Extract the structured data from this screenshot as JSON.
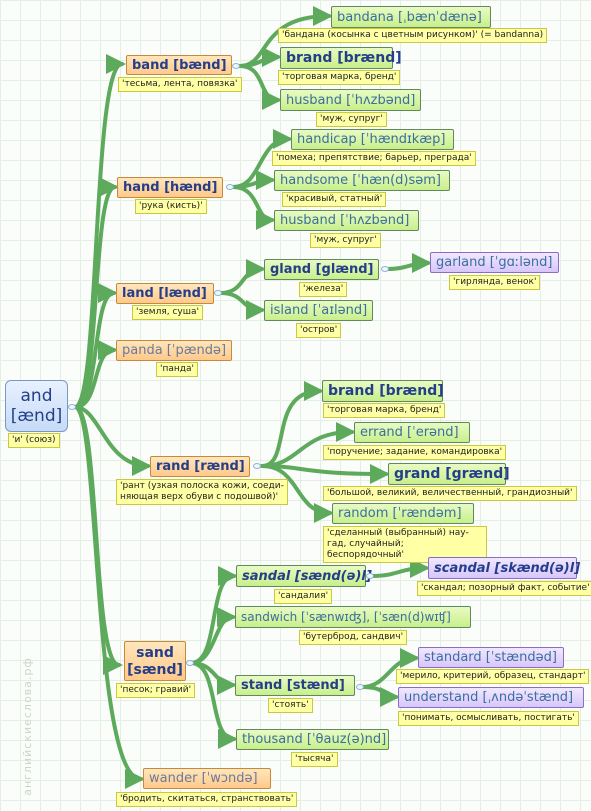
{
  "root": {
    "word": "and",
    "transcription": "[ænd]",
    "translation": "'и' (союз)"
  },
  "nodes": {
    "band": {
      "word": "band [bænd]",
      "translation": "'тесьма, лента, повязка'"
    },
    "bandana": {
      "word": "bandana [ˌbænˈdænə]",
      "translation": "'бандана (косынка с цветным рисунком)' (= bandanna)"
    },
    "brand1": {
      "word": "brand [brænd]",
      "translation": "'торговая марка, бренд'"
    },
    "husband1": {
      "word": "husband [ˈhʌzbənd]",
      "translation": "'муж, супруг'"
    },
    "hand": {
      "word": "hand [hænd]",
      "translation": "'рука (кисть)'"
    },
    "handicap": {
      "word": "handicap [ˈhændɪkæp]",
      "translation": "'помеха; препятствие; барьер, преграда'"
    },
    "handsome": {
      "word": "handsome [ˈhæn(d)səm]",
      "translation": "'красивый, статный'"
    },
    "husband2": {
      "word": "husband [ˈhʌzbənd]",
      "translation": "'муж, супруг'"
    },
    "land": {
      "word": "land [lænd]",
      "translation": "'земля, суша'"
    },
    "gland": {
      "word": "gland [glænd]",
      "translation": "'железа'"
    },
    "garland": {
      "word": "garland [ˈgɑːlənd]",
      "translation": "'гирлянда, венок'"
    },
    "island": {
      "word": "island [ˈaɪlənd]",
      "translation": "'остров'"
    },
    "panda": {
      "word": "panda [ˈpændə]",
      "translation": "'панда'"
    },
    "rand": {
      "word": "rand [rænd]",
      "translation": "'рант (узкая полоска кожи, соеди-няющая верх обуви с подошвой)'"
    },
    "brand2": {
      "word": "brand [brænd]",
      "translation": "'торговая марка, бренд'"
    },
    "errand": {
      "word": "errand [ˈerənd]",
      "translation": "'поручение; задание, командировка'"
    },
    "grand": {
      "word": "grand [grænd]",
      "translation": "'большой, великий, величественный, грандиозный'"
    },
    "random": {
      "word": "random [ˈrændəm]",
      "translation": "'сделанный (выбранный) нау-гад, случайный; беспорядочный'"
    },
    "sand": {
      "word": "sand",
      "transcription": "[sænd]",
      "translation": "'песок; гравий'"
    },
    "sandal": {
      "word": "sandal [sænd(ə)l]",
      "translation": "'сандалия'"
    },
    "scandal": {
      "word": "scandal [skænd(ə)l]",
      "translation": "'скандал; позорный факт, событие'"
    },
    "sandwich": {
      "word": "sandwich [ˈsænwɪʤ], [ˈsæn(d)wɪʧ]",
      "translation": "'бутерброд, сандвич'"
    },
    "stand": {
      "word": "stand [stænd]",
      "translation": "'стоять'"
    },
    "standard": {
      "word": "standard [ˈstændəd]",
      "translation": "'мерило, критерий, образец, стандарт'"
    },
    "understand": {
      "word": "understand [ˌʌndəˈstænd]",
      "translation": "'понимать, осмысливать, постигать'"
    },
    "thousand": {
      "word": "thousand [ˈθauz(ə)nd]",
      "translation": "'тысяча'"
    },
    "wander": {
      "word": "wander [ˈwɔndə]",
      "translation": "'бродить, скитаться, странствовать'"
    }
  },
  "watermark": "английскиеслова.рф",
  "colors": {
    "edge": "#5daa5d",
    "word_node": "#c8ef8a",
    "branch_node": "#ffc98a",
    "leaf_alt_node": "#d8c6fa",
    "label": "#ffffa6"
  }
}
